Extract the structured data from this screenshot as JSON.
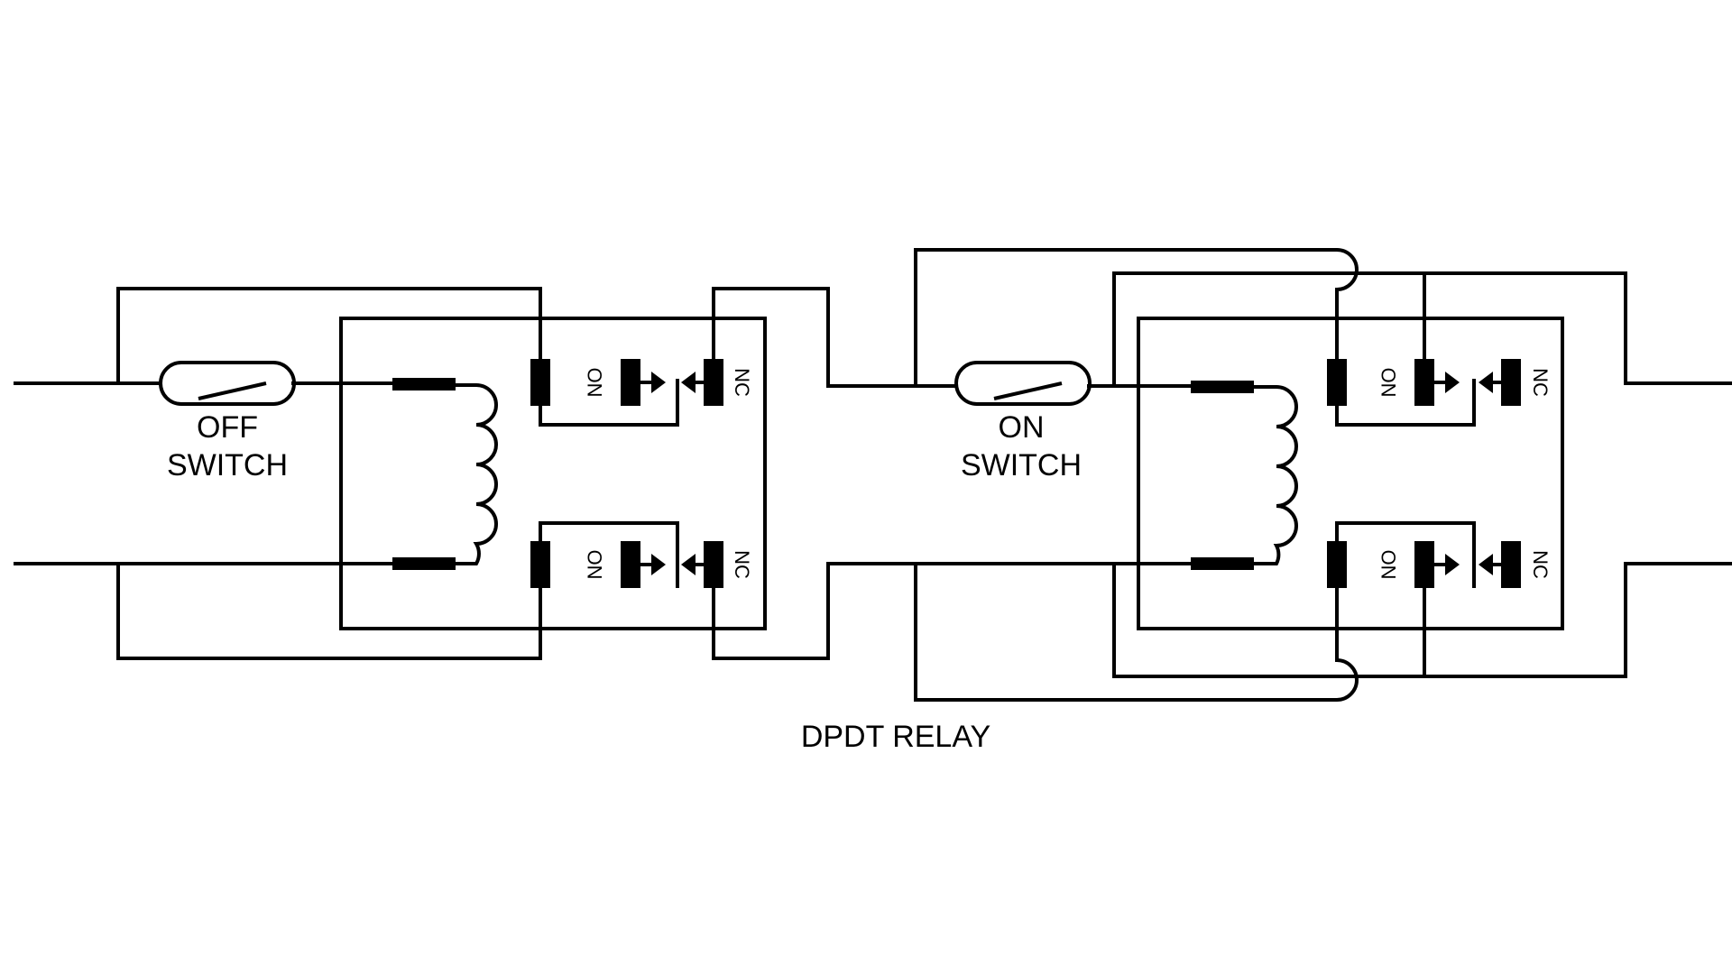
{
  "labels": {
    "off_switch_line1": "OFF",
    "off_switch_line2": "SWITCH",
    "on_switch_line1": "ON",
    "on_switch_line2": "SWITCH",
    "caption": "DPDT RELAY"
  },
  "contacts": {
    "normally_open": "NO",
    "normally_closed": "NC"
  }
}
